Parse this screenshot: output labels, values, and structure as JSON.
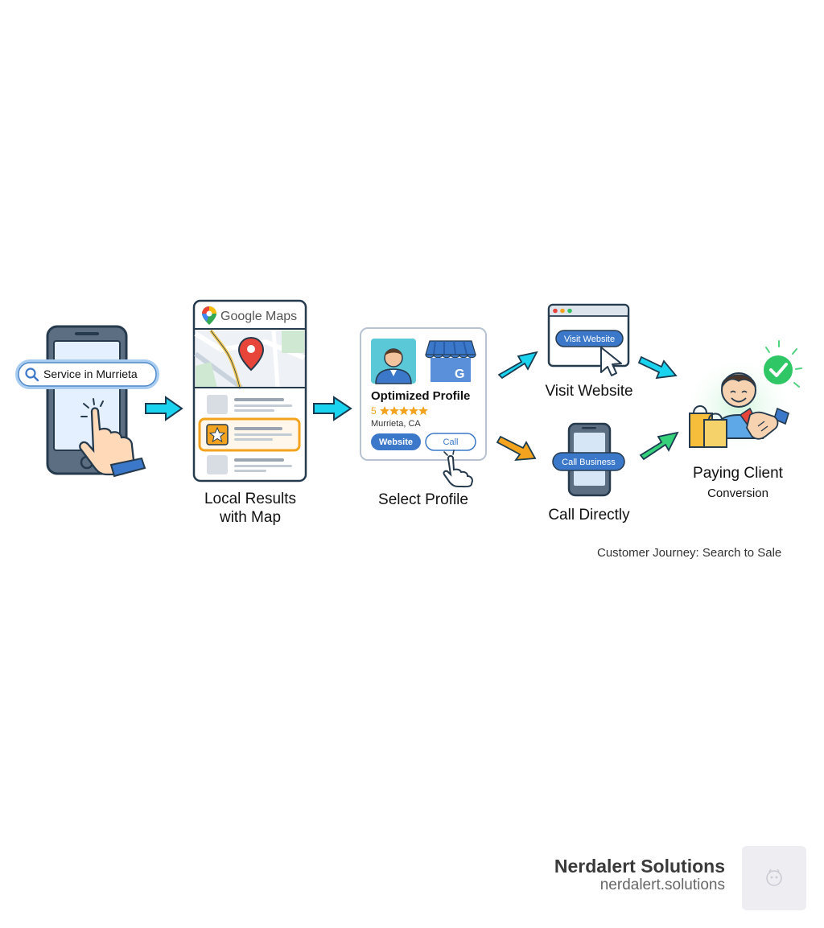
{
  "search": {
    "query": "Service in Murrieta"
  },
  "maps": {
    "app_title": "Google Maps"
  },
  "profile": {
    "title": "Optimized Profile",
    "rating": "5",
    "location": "Murrieta, CA",
    "website_button": "Website",
    "call_button": "Call"
  },
  "website_window": {
    "button": "Visit Website"
  },
  "phone2": {
    "button": "Call Business"
  },
  "stages": {
    "local_results": "Local Results\nwith Map",
    "select_profile": "Select Profile",
    "visit_website": "Visit Website",
    "call_directly": "Call Directly",
    "paying_client": "Paying Client",
    "conversion": "Conversion"
  },
  "caption": "Customer Journey: Search to Sale",
  "footer": {
    "brand_name": "Nerdalert Solutions",
    "brand_url": "nerdalert.solutions"
  },
  "colors": {
    "cyan_arrow": "#1ad3ef",
    "orange_arrow": "#f3a31e",
    "green_arrow": "#34d17a",
    "accent_blue": "#3b78c9",
    "star_orange": "#f3a31e",
    "check_green": "#2fc766"
  }
}
